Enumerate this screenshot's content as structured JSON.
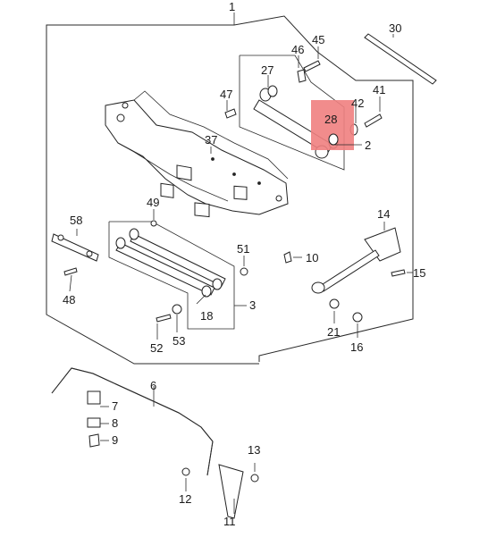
{
  "diagram": {
    "highlight_color": "#f08080",
    "callouts": [
      {
        "id": "1",
        "text": "1"
      },
      {
        "id": "2",
        "text": "2"
      },
      {
        "id": "3",
        "text": "3"
      },
      {
        "id": "6",
        "text": "6"
      },
      {
        "id": "7",
        "text": "7"
      },
      {
        "id": "8",
        "text": "8"
      },
      {
        "id": "9",
        "text": "9"
      },
      {
        "id": "10",
        "text": "10"
      },
      {
        "id": "11",
        "text": "11"
      },
      {
        "id": "12",
        "text": "12"
      },
      {
        "id": "13",
        "text": "13"
      },
      {
        "id": "14",
        "text": "14"
      },
      {
        "id": "15",
        "text": "15"
      },
      {
        "id": "16",
        "text": "16"
      },
      {
        "id": "18",
        "text": "18"
      },
      {
        "id": "21",
        "text": "21"
      },
      {
        "id": "27",
        "text": "27"
      },
      {
        "id": "28",
        "text": "28",
        "highlighted": true
      },
      {
        "id": "30",
        "text": "30"
      },
      {
        "id": "37",
        "text": "37"
      },
      {
        "id": "41",
        "text": "41"
      },
      {
        "id": "42",
        "text": "42"
      },
      {
        "id": "45",
        "text": "45"
      },
      {
        "id": "46",
        "text": "46"
      },
      {
        "id": "47",
        "text": "47"
      },
      {
        "id": "48",
        "text": "48"
      },
      {
        "id": "49",
        "text": "49"
      },
      {
        "id": "51",
        "text": "51"
      },
      {
        "id": "52",
        "text": "52"
      },
      {
        "id": "53",
        "text": "53"
      },
      {
        "id": "58",
        "text": "58"
      }
    ]
  }
}
